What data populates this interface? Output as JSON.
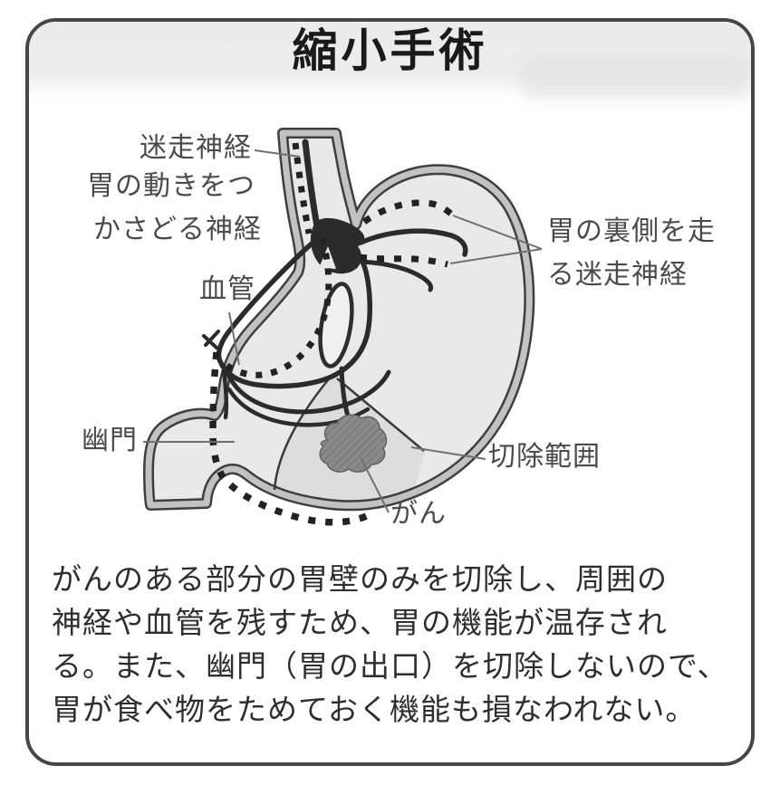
{
  "title": "縮小手術",
  "labels": {
    "vagus_nerve": "迷走神経",
    "vagus_desc_line1": "胃の動きをつ",
    "vagus_desc_line2": "かさどる神経",
    "blood_vessel": "血管",
    "pylorus": "幽門",
    "posterior_vagus_line1": "胃の裏側を走",
    "posterior_vagus_line2": "る迷走神経",
    "resection_range": "切除範囲",
    "cancer": "がん"
  },
  "caption": {
    "lines": [
      "がんのある部分の胃壁のみを切除し、周囲の",
      "神経や血管を残すため、胃の機能が温存され",
      "る。また、幽門（胃の出口）を切除しないので、",
      "胃が食べ物をためておく機能も損なわれない。"
    ]
  },
  "colors": {
    "border": "#464646",
    "wall_line": "#3f3f3f",
    "wall_band": "#c2c2c2",
    "interior": "#e9e9e9",
    "resection_fill": "#dddddd",
    "vessel": "#2b2b2b",
    "nerve_dots": "#222222",
    "cancer_fill": "#8a8a8a",
    "leader": "#707070",
    "text": "#4a4a4a"
  }
}
